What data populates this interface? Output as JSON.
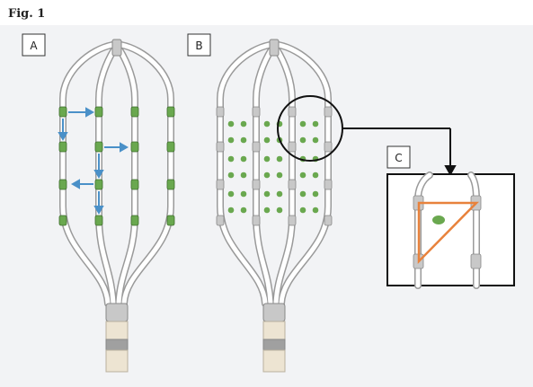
{
  "figure": {
    "title": "Fig. 1",
    "panels": [
      {
        "id": "A",
        "label": "A"
      },
      {
        "id": "B",
        "label": "B"
      },
      {
        "id": "C",
        "label": "C"
      }
    ]
  },
  "colors": {
    "electrode_green": "#6aa84f",
    "electrode_grey": "#c8c8c8",
    "arrow_blue": "#4a90c8",
    "triangle_orange": "#e8823c",
    "lead_white": "#ffffff",
    "lead_outline": "#9a9a9a",
    "handle_cream": "#ede4d2",
    "handle_band": "#a0a0a0"
  }
}
